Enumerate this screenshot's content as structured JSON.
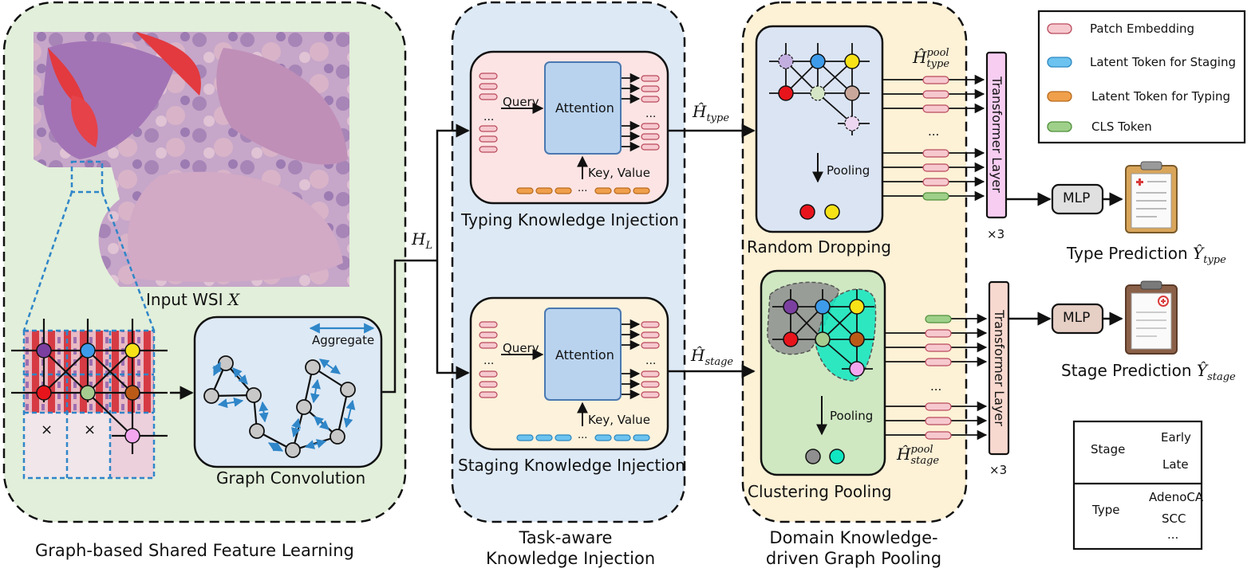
{
  "sections": {
    "shared": "Graph-based Shared Feature Learning",
    "injection": [
      "Task-aware",
      "Knowledge Injection"
    ],
    "pooling": [
      "Domain Knowledge-",
      "driven Graph Pooling"
    ]
  },
  "labels": {
    "input_wsi": "Input WSI",
    "input_wsi_var": "X",
    "graph_conv": "Graph Convolution",
    "aggregate": "Aggregate",
    "hl": "H",
    "hl_sub": "L",
    "typing_inj": "Typing Knowledge Injection",
    "staging_inj": "Staging Knowledge Injection",
    "query": "Query",
    "attention": "Attention",
    "key_value": "Key, Value",
    "dots": "...",
    "h_type": "Ĥ",
    "h_type_sub": "type",
    "h_stage": "Ĥ",
    "h_stage_sub": "stage",
    "h_type_pool": "Ĥ",
    "h_type_pool_sub": "type",
    "h_type_pool_sup": "pool",
    "h_stage_pool": "Ĥ",
    "h_stage_pool_sub": "stage",
    "h_stage_pool_sup": "pool",
    "pooling": "Pooling",
    "random_dropping": "Random Dropping",
    "clustering_pooling": "Clustering Pooling",
    "transformer_layer": "Transformer Layer",
    "times3": "×3",
    "mlp": "MLP",
    "type_pred": "Type Prediction",
    "type_pred_var": "Ŷ",
    "type_pred_sub": "type",
    "stage_pred": "Stage Prediction",
    "stage_pred_var": "Ŷ",
    "stage_pred_sub": "stage",
    "cross": "×"
  },
  "legend": [
    {
      "label": "Patch Embedding",
      "color": "#f6c9cf"
    },
    {
      "label": "Latent Token for Staging",
      "color": "#6cc3ef"
    },
    {
      "label": "Latent Token for Typing",
      "color": "#f0a04b"
    },
    {
      "label": "CLS Token",
      "color": "#9fd08a"
    }
  ],
  "table": {
    "stage_label": "Stage",
    "stage_values": [
      "Early",
      "Late"
    ],
    "type_label": "Type",
    "type_values": [
      "AdenoCA",
      "SCC",
      "..."
    ]
  },
  "colors": {
    "green_bg": "#e2efda",
    "blue_bg": "#dde9f5",
    "yellow_bg": "#fdf1d6",
    "typing_box": "#fde4e4",
    "staging_box": "#fdf2dc",
    "attention": "#b9d3ef",
    "pool_type_bg": "#dbe4f3",
    "pool_stage_bg": "#cfe8c2",
    "transformer_type": "#f7cdf2",
    "transformer_stage": "#f8d9cf",
    "mlp_type": "#e0e0e0",
    "mlp_stage": "#e6cfc5",
    "arrow_blue": "#2f86c8",
    "node_purple": "#7b3fa0",
    "node_blue": "#3d9be9",
    "node_yellow": "#f7e217",
    "node_red": "#e8141b",
    "node_green": "#a7cc8f",
    "node_brown": "#bb5a17",
    "node_pink": "#f4a6ef",
    "node_tan": "#c9a89b",
    "node_gray": "#8f8f8f",
    "node_cyan": "#10e6c1"
  }
}
